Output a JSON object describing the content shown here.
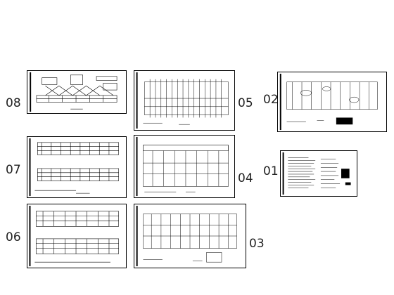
{
  "sheets": [
    {
      "id": "sheet-08",
      "number": "08"
    },
    {
      "id": "sheet-07",
      "number": "07"
    },
    {
      "id": "sheet-06",
      "number": "06"
    },
    {
      "id": "sheet-05",
      "number": "05"
    },
    {
      "id": "sheet-04",
      "number": "04"
    },
    {
      "id": "sheet-03",
      "number": "03"
    },
    {
      "id": "sheet-02",
      "number": "02"
    },
    {
      "id": "sheet-01",
      "number": "01"
    }
  ],
  "colors": {
    "line": "#000000",
    "background": "#ffffff"
  }
}
